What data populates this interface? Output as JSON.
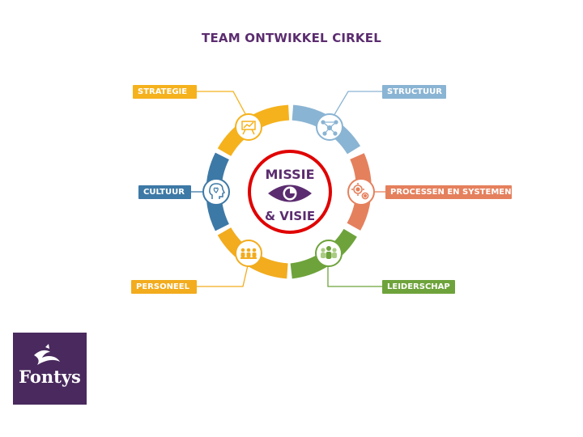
{
  "title": "TEAM ONTWIKKEL CIRKEL",
  "center": {
    "line1": "MISSIE",
    "line2": "& VISIE"
  },
  "segments": {
    "strategie": {
      "label": "STRATEGIE",
      "color": "#f5b21d",
      "icon": "presentation-chart-icon"
    },
    "structuur": {
      "label": "STRUCTUUR",
      "color": "#8ab4d3",
      "icon": "network-nodes-icon"
    },
    "processen": {
      "label": "PROCESSEN EN SYSTEMEN",
      "color": "#e5805d",
      "icon": "gears-icon"
    },
    "leiderschap": {
      "label": "LEIDERSCHAP",
      "color": "#6ea33b",
      "icon": "people-group-icon"
    },
    "personeel": {
      "label": "PERSONEEL",
      "color": "#f2ac1e",
      "icon": "team-icon"
    },
    "cultuur": {
      "label": "CULTUUR",
      "color": "#3d79a6",
      "icon": "head-heart-icon"
    }
  },
  "ring_colors": [
    "#f5b21d",
    "#8ab4d3",
    "#e5805d",
    "#6ea33b",
    "#f2ac1e",
    "#3d79a6"
  ],
  "highlight_color": "#e00000",
  "center_color": "#5b2c6f",
  "logo": {
    "text": "Fontys",
    "background": "#4a2a5e"
  }
}
